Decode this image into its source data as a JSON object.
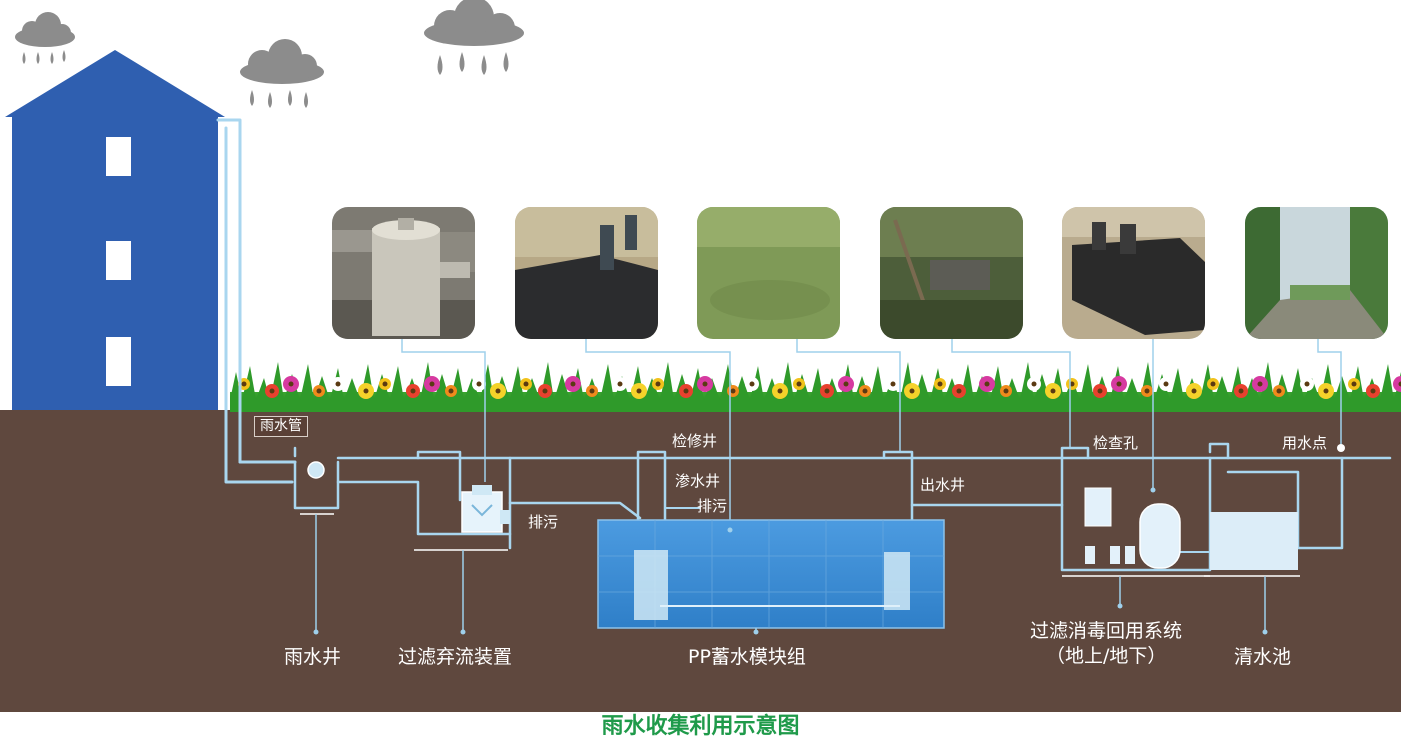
{
  "labels": {
    "rain_pipe": "雨水管",
    "rain_well": "雨水井",
    "filter_device": "过滤弃流装置",
    "drain_1": "排污",
    "inspection_well": "检修井",
    "seepage_well": "渗水井",
    "drain_2": "排污",
    "pp_module": "PP蓄水模块组",
    "outlet_well": "出水井",
    "check_hole": "检查孔",
    "water_point": "用水点",
    "system_line1": "过滤消毒回用系统",
    "system_line2": "（地上/地下）",
    "clear_pool": "清水池"
  },
  "caption": "雨水收集利用示意图",
  "colors": {
    "soil": "#5f483e",
    "building": "#2f5fb0",
    "pipe": "#9fd0ec",
    "tank": "#3b8fd6",
    "caption": "#1f9a4a"
  }
}
